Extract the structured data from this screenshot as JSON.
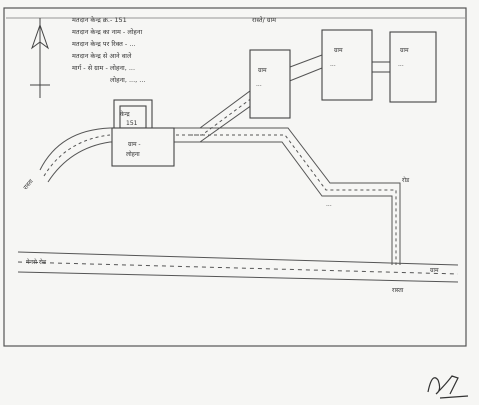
{
  "header": {
    "lines": [
      "मतदान केन्द्र क्र.- 151",
      "मतदान केन्द्र का नाम - लोहना",
      "मतदान केन्द्र पर रिक्त - ...",
      "मतदान केन्द्र से आने वाले",
      "मार्ग - से ग्राम - लोहना, ...",
      "लोहना, ..., ..."
    ],
    "top_right": "रास्ते/ ग्राम"
  },
  "boxes": {
    "booth": [
      "केन्द्र",
      "151"
    ],
    "village_lohna": [
      "ग्राम -",
      "लोहना"
    ],
    "box_center_1": [
      "ग्राम",
      "..."
    ],
    "box_center_2": [
      "ग्राम",
      "..."
    ],
    "box_right": [
      "ग्राम",
      "..."
    ]
  },
  "labels": {
    "left_road": "रास्ता",
    "right_top": "रोड",
    "mid_right": "...",
    "bottom_left": "मेनरो रोड",
    "bottom_right": "ग्राम",
    "bottom_right_2": "रास्ता"
  },
  "signature": "Sign"
}
